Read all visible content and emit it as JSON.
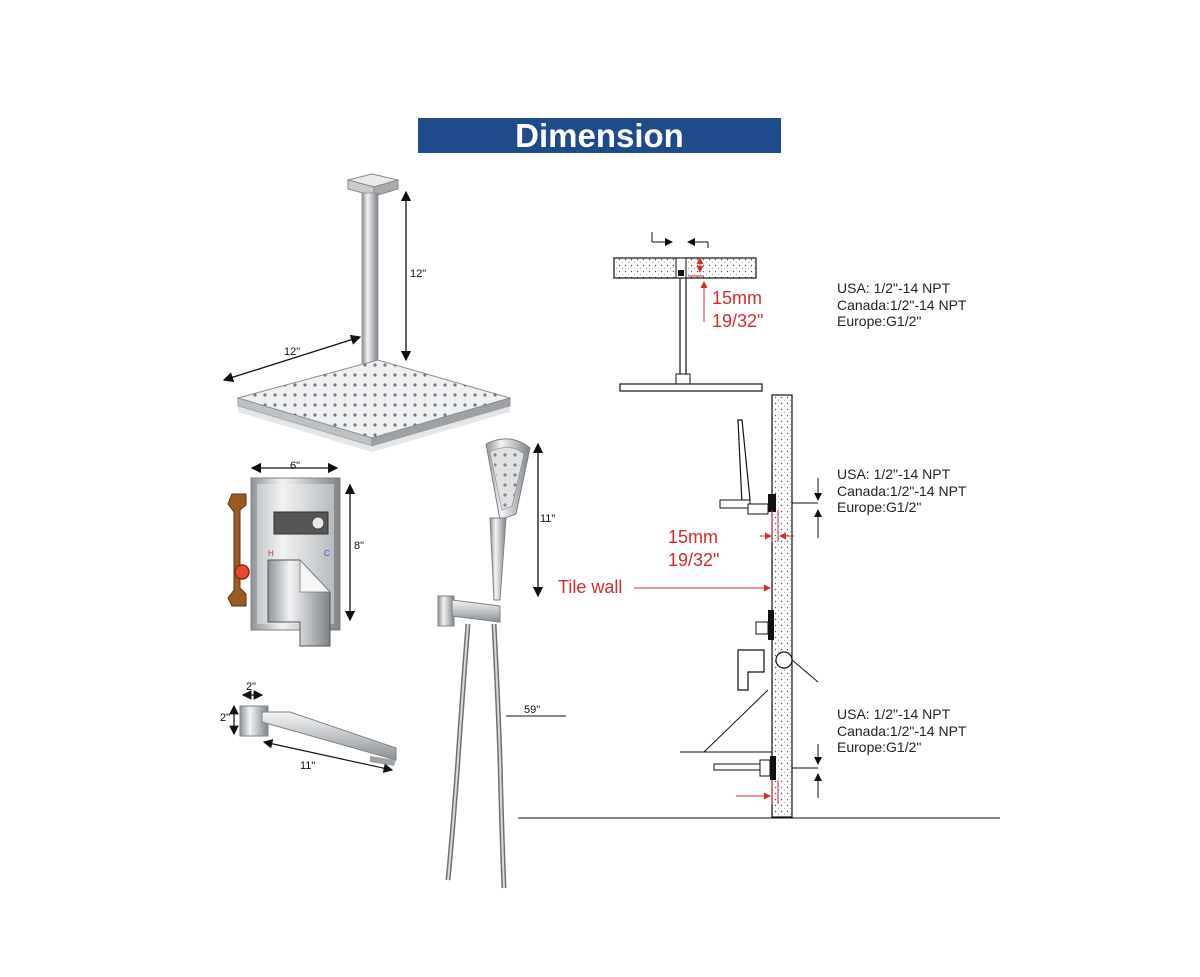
{
  "title": "Dimension",
  "colors": {
    "banner": "#1f4a8c",
    "accent_red": "#d42b2b",
    "chrome": "#b9bcc0"
  },
  "product": {
    "rain_head": {
      "arm_height": "12\"",
      "head_width": "12\""
    },
    "valve": {
      "width": "6\"",
      "height": "8\"",
      "hot_mark": "H",
      "cold_mark": "C"
    },
    "spout": {
      "width": "2\"",
      "height": "2\"",
      "length": "11\""
    },
    "hand_shower": {
      "height": "11\"",
      "hose_length": "59\""
    }
  },
  "install": {
    "ceiling": {
      "depth_mm": "15mm",
      "depth_in": "19/32\"",
      "thread_usa": "USA: 1/2\"-14 NPT",
      "thread_canada": "Canada:1/2\"-14 NPT",
      "thread_europe": "Europe:G1/2\""
    },
    "wall_upper": {
      "depth_mm": "15mm",
      "depth_in": "19/32\"",
      "thread_usa": "USA: 1/2\"-14 NPT",
      "thread_canada": "Canada:1/2\"-14 NPT",
      "thread_europe": "Europe:G1/2\""
    },
    "wall_lower": {
      "thread_usa": "USA: 1/2\"-14 NPT",
      "thread_canada": "Canada:1/2\"-14 NPT",
      "thread_europe": "Europe:G1/2\""
    },
    "tile_wall_label": "Tile wall"
  }
}
